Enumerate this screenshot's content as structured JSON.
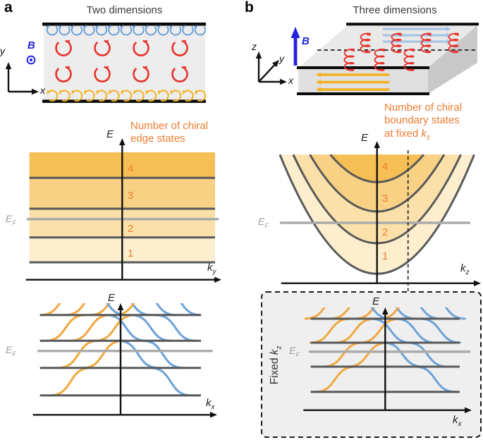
{
  "panel_a": {
    "letter": "a",
    "title": "Two dimensions",
    "schematic": {
      "b_label": "B",
      "x_axis": "x",
      "y_axis": "y"
    },
    "landau": {
      "annotation_lines": [
        "Number of chiral",
        "edge states"
      ],
      "counts": [
        "4",
        "3",
        "2",
        "1"
      ],
      "e_label": "E",
      "ef_label": "E",
      "ef_sub": "F",
      "k_label": "k",
      "k_sub": "y"
    },
    "dispersion": {
      "e_label": "E",
      "ef_label": "E",
      "ef_sub": "F",
      "k_label": "k",
      "k_sub": "x"
    }
  },
  "panel_b": {
    "letter": "b",
    "title": "Three dimensions",
    "schematic": {
      "b_label": "B",
      "x_axis": "x",
      "y_axis": "y",
      "z_axis": "z"
    },
    "landau": {
      "annotation_lines": [
        "Number of chiral",
        "boundary states"
      ],
      "annotation_line3_prefix": "at fixed ",
      "annotation_k": "k",
      "annotation_k_sub": "z",
      "counts": [
        "4",
        "3",
        "2",
        "1"
      ],
      "e_label": "E",
      "ef_label": "E",
      "ef_sub": "F",
      "k_label": "k",
      "k_sub": "z"
    },
    "dispersion": {
      "box_label_prefix": "Fixed ",
      "box_k": "k",
      "box_k_sub": "z",
      "e_label": "E",
      "ef_label": "E",
      "ef_sub": "F",
      "k_label": "k",
      "k_sub": "x"
    }
  },
  "colors": {
    "orange_text": "#ED7D31",
    "band_1": "#FDEFCE",
    "band_2": "#FBE1A9",
    "band_3": "#F9D185",
    "band_4": "#F6BF55",
    "level_line": "#58595B",
    "fermi_line": "#ABABAB",
    "curve_orange": "#F0A83F",
    "curve_blue": "#6CA2D8",
    "loop_red": "#E8332A",
    "b_field_blue": "#2323DC",
    "arrow_blue_light": "#A7C4E4",
    "arrow_yellow": "#F2B01E",
    "axis_black": "#111111",
    "slab_top": "#E9E9E9",
    "slab_front": "#E0E0E0",
    "slab_right": "#C9C9C9",
    "sample_fill": "#EDEDED",
    "box_fill": "#EFEFEF"
  }
}
